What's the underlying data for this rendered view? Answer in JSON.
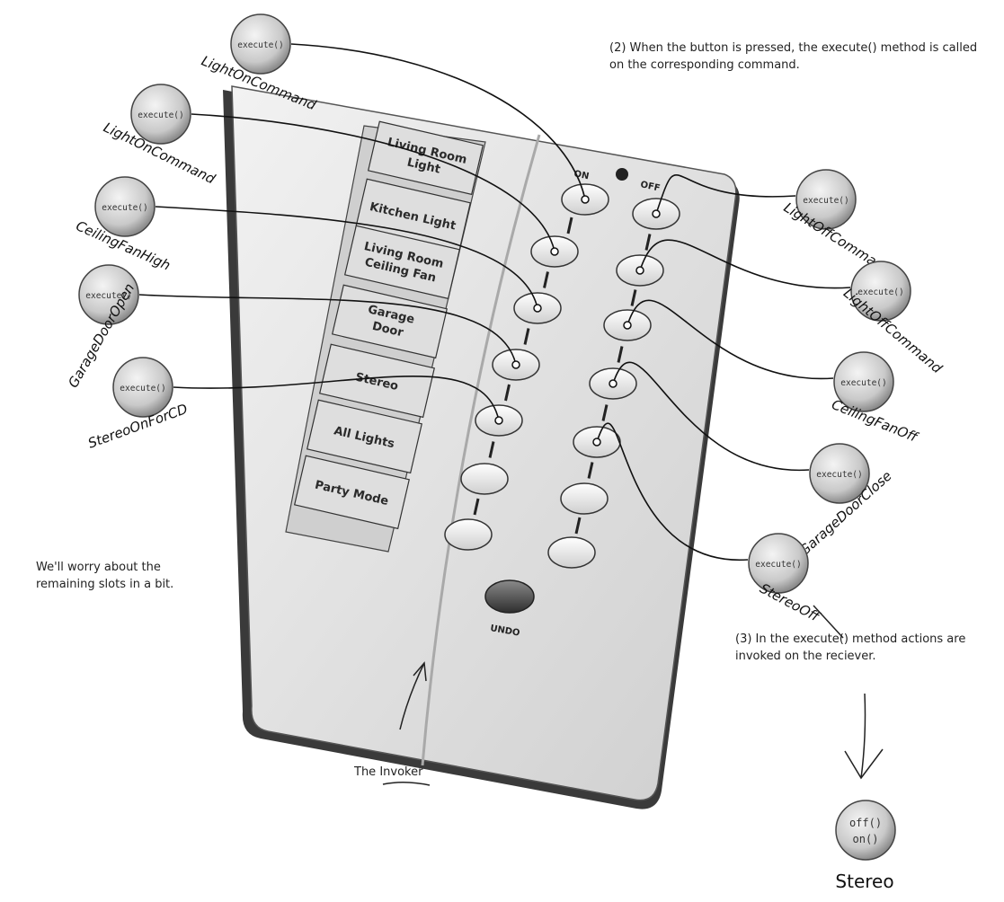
{
  "remote": {
    "on_label": "ON",
    "off_label": "OFF",
    "undo_label": "UNDO",
    "slots": [
      {
        "line1": "Living Room",
        "line2": "Light"
      },
      {
        "line1": "Kitchen Light",
        "line2": ""
      },
      {
        "line1": "Living Room",
        "line2": "Ceiling Fan"
      },
      {
        "line1": "Garage",
        "line2": "Door"
      },
      {
        "line1": "Stereo",
        "line2": ""
      },
      {
        "line1": "All Lights",
        "line2": ""
      },
      {
        "line1": "Party Mode",
        "line2": ""
      }
    ]
  },
  "on_commands": [
    {
      "method": "execute()",
      "name": "LightOnCommand"
    },
    {
      "method": "execute()",
      "name": "LightOnCommand"
    },
    {
      "method": "execute()",
      "name": "CeilingFanHigh"
    },
    {
      "method": "execute()",
      "name": "GarageDoorOpen"
    },
    {
      "method": "execute()",
      "name": "StereoOnForCD"
    }
  ],
  "off_commands": [
    {
      "method": "execute()",
      "name": "LightOffCommand"
    },
    {
      "method": "execute()",
      "name": "LightOffCommand"
    },
    {
      "method": "execute()",
      "name": "CeilingFanOff"
    },
    {
      "method": "execute()",
      "name": "GarageDoorClose"
    },
    {
      "method": "execute()",
      "name": "StereoOff"
    }
  ],
  "receiver": {
    "methods": [
      "off()",
      "on()"
    ],
    "name": "Stereo"
  },
  "notes": {
    "step2": "(2) When the button is pressed, the execute() method is called on the corresponding command.",
    "step3": "(3) In the execute() method actions are invoked on the reciever.",
    "remaining": "We'll worry about the remaining slots in a bit.",
    "invoker_prefix": "The ",
    "invoker_word": "Invoker"
  }
}
